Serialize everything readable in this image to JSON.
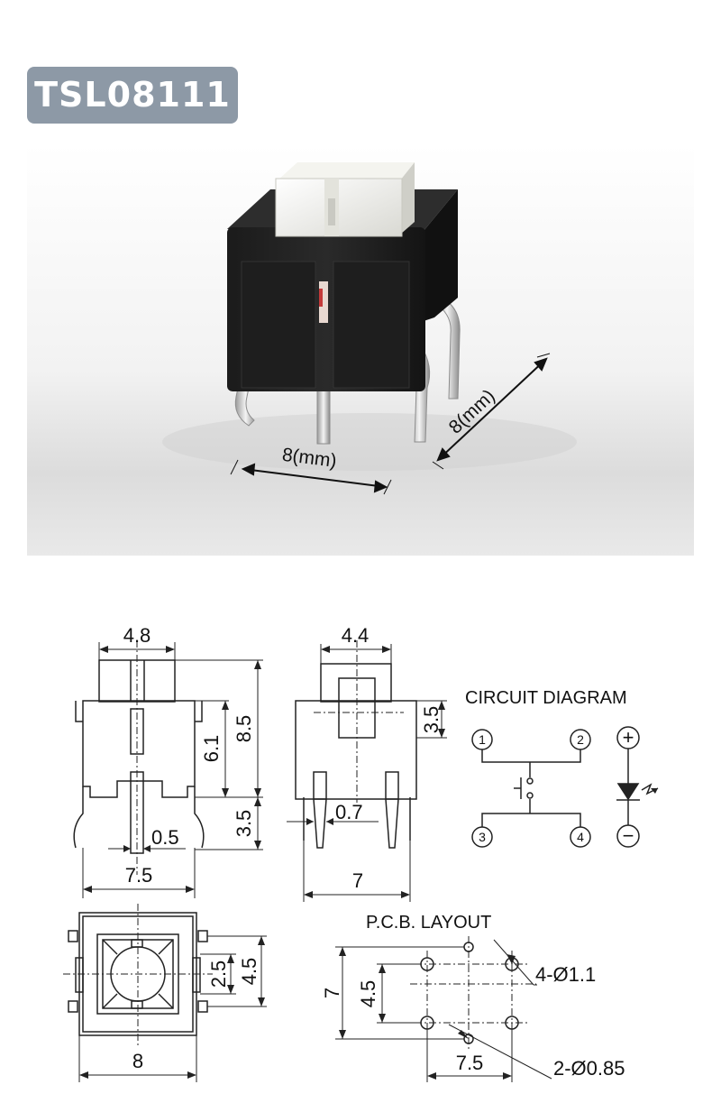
{
  "model_badge": "TSL08111",
  "photo": {
    "dim_width": "8(mm)",
    "dim_depth": "8(mm)"
  },
  "front_view": {
    "dim_top_width": "4.8",
    "dim_height_total": "8.5",
    "dim_body_height": "6.1",
    "dim_pin_length": "3.5",
    "dim_pin_width": "0.5",
    "dim_pin_span": "7.5"
  },
  "side_view": {
    "dim_top_width": "4.4",
    "dim_cap_height": "3.5",
    "dim_pin_thickness": "0.7",
    "dim_width": "7"
  },
  "circuit": {
    "title": "CIRCUIT DIAGRAM",
    "pins": [
      "1",
      "2",
      "3",
      "4"
    ],
    "led_plus": "+",
    "led_minus": "−"
  },
  "top_view": {
    "dim_slot": "2.5",
    "dim_pitch": "4.5",
    "dim_width": "8"
  },
  "pcb": {
    "title": "P.C.B. LAYOUT",
    "dim_height": "7",
    "dim_pitch_v": "4.5",
    "dim_pitch_h": "7.5",
    "label_big_holes": "4-Ø1.1",
    "label_small_holes": "2-Ø0.85"
  },
  "colors": {
    "badge_bg": "#8d99a6",
    "line": "#222222"
  }
}
